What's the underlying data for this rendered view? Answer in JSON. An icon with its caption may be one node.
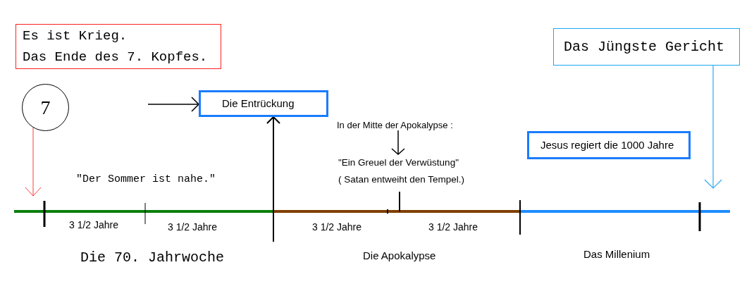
{
  "diagram": {
    "nodes": [
      {
        "text": [
          "Es ist Krieg.",
          "Das Ende des 7. Kopfes."
        ]
      },
      {
        "text": [
          "Das Jüngste Gericht"
        ]
      },
      {
        "text": [
          "7"
        ]
      },
      {
        "text": [
          "Die Entrückung"
        ]
      },
      {
        "text": [
          "In der Mitte der Apokalypse :"
        ]
      },
      {
        "text": [
          "\"Ein Greuel der Verwüstung\"",
          "( Satan entweiht den Tempel.)"
        ]
      },
      {
        "text": [
          "Jesus regiert die 1000 Jahre"
        ]
      }
    ],
    "edges": [
      {
        "from": 2,
        "to": null,
        "arrow": "to",
        "color": "#ff3c3c"
      },
      {
        "from": null,
        "to": 3,
        "arrow": "to"
      },
      {
        "from": null,
        "to": 3,
        "arrow": "to"
      },
      {
        "from": 4,
        "to": 5,
        "arrow": "to"
      },
      {
        "from": 1,
        "to": null,
        "arrow": "to",
        "color": "#2aa8f0"
      }
    ],
    "labels": [
      "\"Der Sommer ist nahe.\"",
      "3 1/2 Jahre",
      "3 1/2 Jahre",
      "3 1/2 Jahre",
      "3 1/2 Jahre",
      "Die 70. Jahrwoche",
      "Die Apokalypse",
      "Das Millenium"
    ]
  }
}
